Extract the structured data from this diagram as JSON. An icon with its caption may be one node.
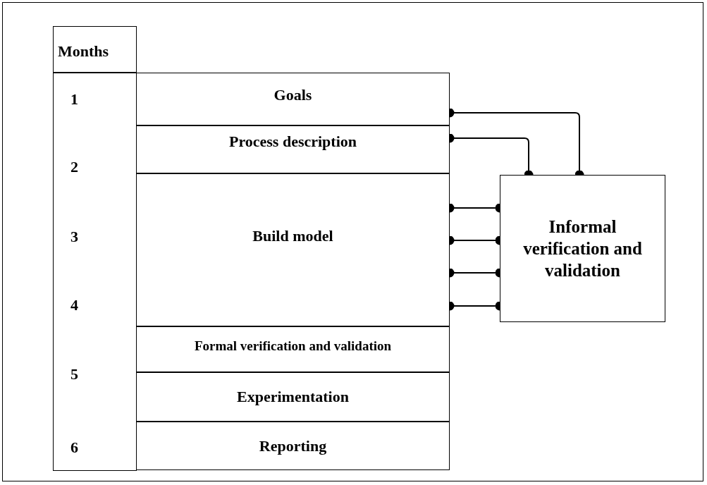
{
  "diagram": {
    "nodes": [
      {
        "text": [
          "Goals"
        ]
      },
      {
        "text": [
          "Process description"
        ]
      },
      {
        "text": [
          "Build model"
        ]
      },
      {
        "text": [
          "Formal verification and validation"
        ]
      },
      {
        "text": [
          "Experimentation"
        ]
      },
      {
        "text": [
          "Reporting"
        ]
      },
      {
        "text": [
          "Informal verification and validation"
        ]
      }
    ],
    "edges": [
      {
        "from": 0,
        "to": 6,
        "arrow": "other"
      },
      {
        "from": 1,
        "to": 6,
        "arrow": "other"
      },
      {
        "from": 2,
        "to": 6,
        "arrow": "other"
      },
      {
        "from": 2,
        "to": 6,
        "arrow": "other"
      },
      {
        "from": 2,
        "to": 6,
        "arrow": "other"
      },
      {
        "from": 2,
        "to": 6,
        "arrow": "other"
      }
    ],
    "labels": [
      "Months",
      "1",
      "2",
      "3",
      "4",
      "5",
      "6"
    ]
  }
}
